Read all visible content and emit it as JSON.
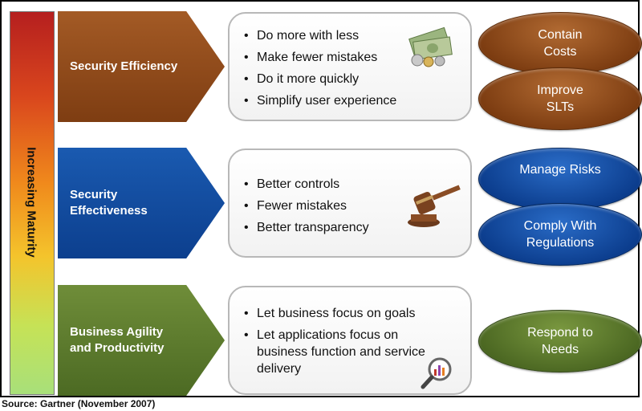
{
  "maturity_label": "Increasing Maturity",
  "rows": [
    {
      "title": "Security Efficiency",
      "bullets": [
        "Do more with less",
        "Make fewer mistakes",
        "Do it more quickly",
        "Simplify user experience"
      ],
      "outcomes": [
        "Contain Costs",
        "Improve SLTs"
      ],
      "icon": "money-icon",
      "color": "#8d4a1a"
    },
    {
      "title": "Security Effectiveness",
      "bullets": [
        "Better controls",
        "Fewer mistakes",
        "Better transparency"
      ],
      "outcomes": [
        "Manage Risks",
        "Comply With Regulations"
      ],
      "icon": "gavel-icon",
      "color": "#0f4ba0"
    },
    {
      "title": "Business Agility and Productivity",
      "bullets": [
        "Let business focus on goals",
        "Let applications focus on business function and service delivery"
      ],
      "outcomes": [
        "Respond to Needs"
      ],
      "icon": "magnifier-chart-icon",
      "color": "#5a7a2b"
    }
  ],
  "source": "Source: Gartner (November 2007)"
}
